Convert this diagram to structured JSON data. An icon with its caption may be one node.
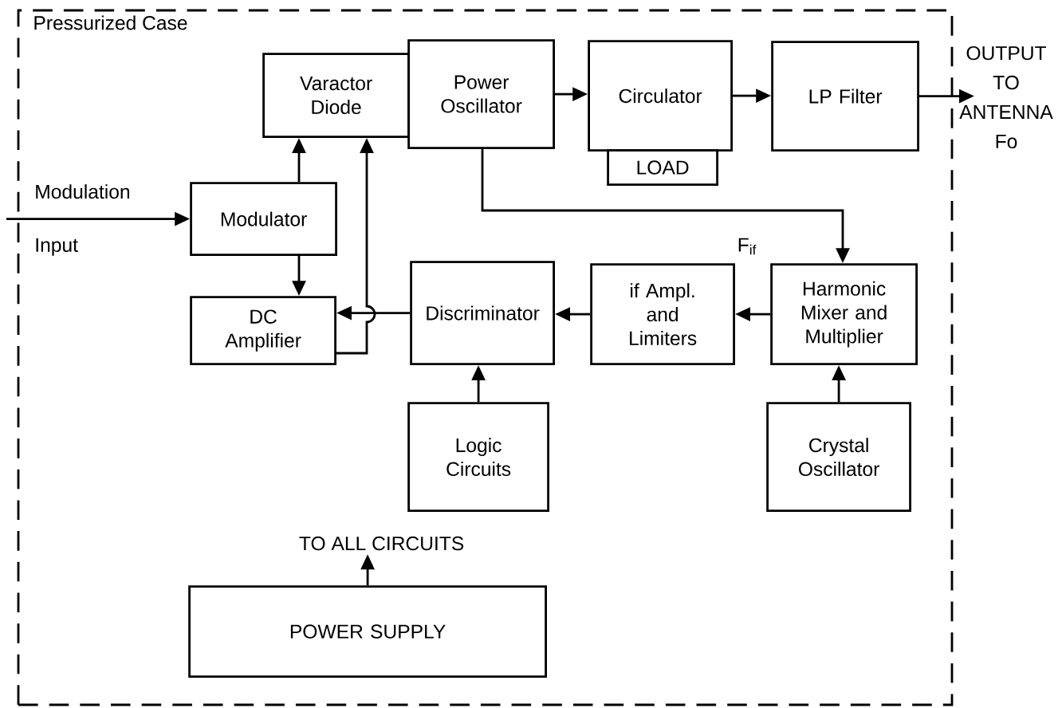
{
  "diagram": {
    "nodes": [
      {
        "text": [
          "Pressurized Case"
        ]
      },
      {
        "text": [
          "Varactor Diode"
        ],
        "in": 0
      },
      {
        "text": [
          "Power Oscillator"
        ],
        "in": 0
      },
      {
        "text": [
          "Circulator"
        ],
        "in": 0
      },
      {
        "text": [
          "LOAD"
        ],
        "in": 0
      },
      {
        "text": [
          "LP Filter"
        ],
        "in": 0
      },
      {
        "text": [
          "Modulator"
        ],
        "in": 0
      },
      {
        "text": [
          "DC Amplifier"
        ],
        "in": 0
      },
      {
        "text": [
          "Discriminator"
        ],
        "in": 0
      },
      {
        "text": [
          "if Ampl. and Limiters"
        ],
        "in": 0
      },
      {
        "text": [
          "Harmonic Mixer and Multiplier"
        ],
        "in": 0
      },
      {
        "text": [
          "Logic Circuits"
        ],
        "in": 0
      },
      {
        "text": [
          "Crystal Oscillator"
        ],
        "in": 0
      },
      {
        "text": [
          "POWER SUPPLY"
        ],
        "in": 0
      },
      {
        "text": [
          "TO ALL CIRCUITS"
        ],
        "in": 0
      }
    ],
    "edges": [
      {
        "from": 2,
        "to": 3,
        "arrow": "to"
      },
      {
        "from": 3,
        "to": 5,
        "arrow": "to"
      },
      {
        "from": 5,
        "to": null,
        "arrow": "to",
        "label": "OUTPUT TO ANTENNA Fo"
      },
      {
        "from": null,
        "to": 6,
        "arrow": "to",
        "label": "Modulation Input"
      },
      {
        "from": 6,
        "to": 1,
        "arrow": "to"
      },
      {
        "from": 6,
        "to": 7,
        "arrow": "to"
      },
      {
        "from": 7,
        "to": 1,
        "arrow": "to"
      },
      {
        "from": 8,
        "to": 7,
        "arrow": "to"
      },
      {
        "from": 9,
        "to": 8,
        "arrow": "to"
      },
      {
        "from": 10,
        "to": 9,
        "arrow": "to"
      },
      {
        "from": 2,
        "to": 10,
        "arrow": "to"
      },
      {
        "from": 11,
        "to": 8,
        "arrow": "to"
      },
      {
        "from": 12,
        "to": 10,
        "arrow": "to"
      },
      {
        "from": 13,
        "to": 14,
        "arrow": "to"
      }
    ],
    "labels": [
      "F$_{if}$"
    ]
  }
}
